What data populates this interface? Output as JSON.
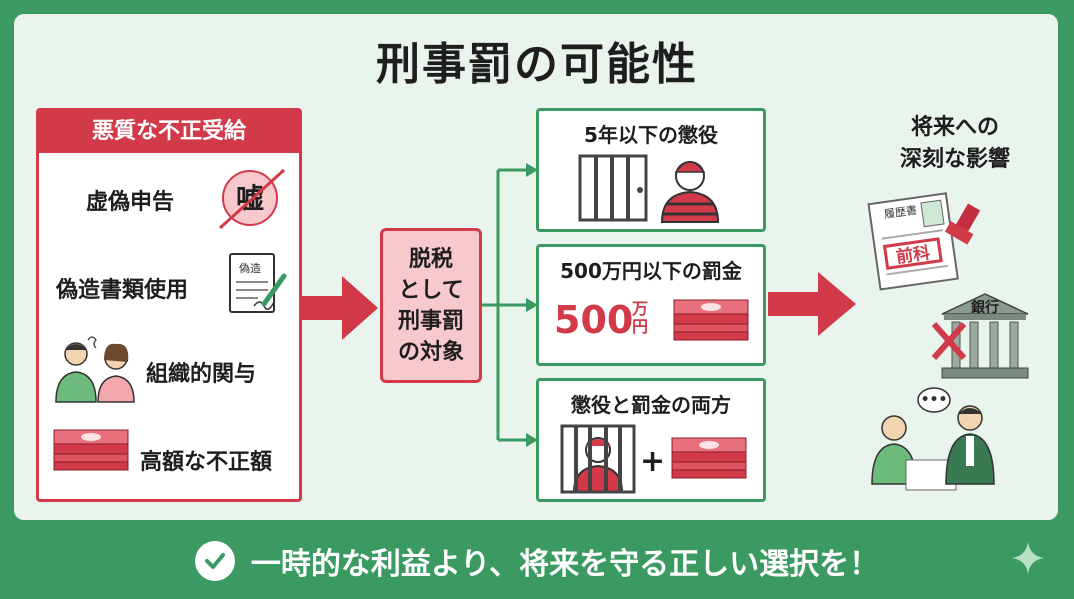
{
  "title": "刑事罰の可能性",
  "left": {
    "header": "悪質な不正受給",
    "items": [
      "虚偽申告",
      "偽造書類使用",
      "組織的関与",
      "高額な不正額"
    ],
    "lie_badge": "嘘",
    "doc_label": "偽造"
  },
  "center": {
    "lines": [
      "脱税",
      "として",
      "刑事罰",
      "の対象"
    ]
  },
  "options": [
    {
      "title": "5年以下の懲役"
    },
    {
      "title": "500万円以下の罰金",
      "amount": "500",
      "unit_top": "万",
      "unit_bottom": "円"
    },
    {
      "title": "懲役と罰金の両方",
      "plus": "+"
    }
  ],
  "right": {
    "title_lines": [
      "将来への",
      "深刻な影響"
    ],
    "resume_label": "履歴書",
    "record_label": "前科",
    "bank_label": "銀行",
    "speech": "•••"
  },
  "footer": {
    "text": "一時的な利益より、将来を守る正しい選択を！"
  },
  "colors": {
    "red": "#d23a4a",
    "green": "#3a9a62",
    "pink": "#f7c9cc",
    "bg": "#e8f4ec"
  }
}
